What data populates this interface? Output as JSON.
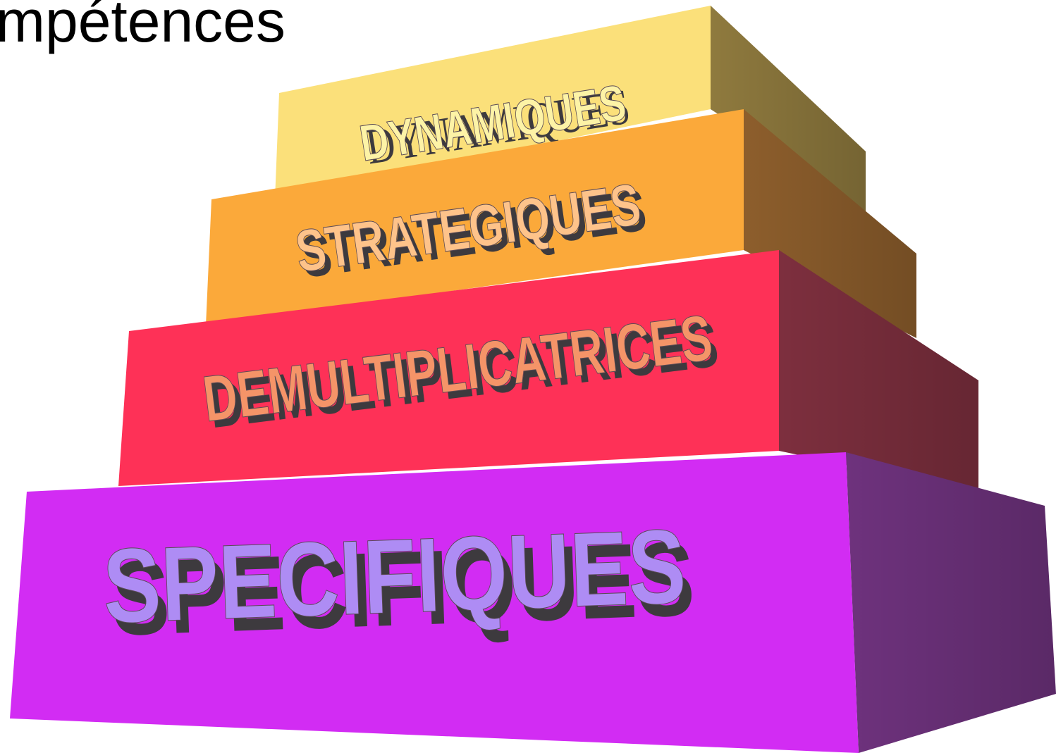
{
  "title": "mpétences",
  "colors": {
    "background": "#ffffff",
    "title": "#000000",
    "shadow": "#3d3a3e"
  },
  "tiers": [
    {
      "label": "DYNAMIQUES",
      "front": "#fbe07a",
      "side": "#8f7a3e",
      "text": "#fdf3a6"
    },
    {
      "label": "STRATEGIQUES",
      "front": "#fba93a",
      "side": "#8d5e2c",
      "text": "#fec38a"
    },
    {
      "label": "DEMULTIPLICATRICES",
      "front": "#fe3157",
      "side": "#7d2f3e",
      "text": "#f59468"
    },
    {
      "label": "SPECIFIQUES",
      "front": "#d22cf3",
      "side": "#6e327d",
      "text": "#ae8cf4"
    }
  ]
}
